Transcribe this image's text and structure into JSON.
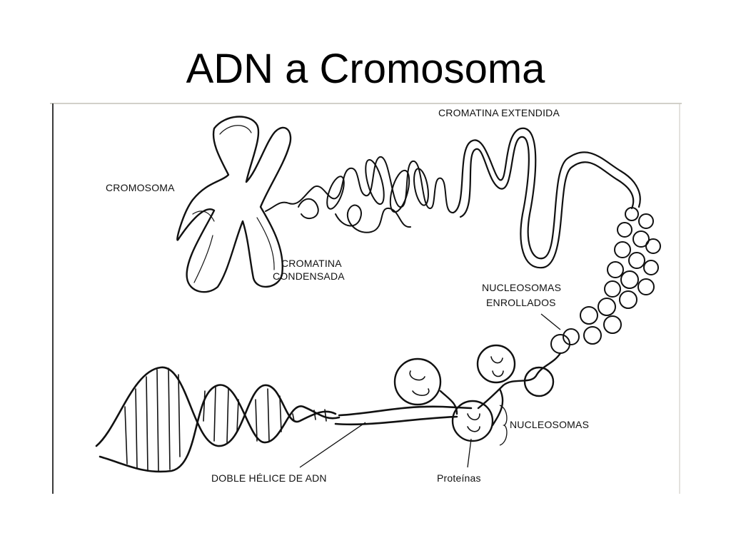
{
  "slide": {
    "title": "ADN a Cromosoma"
  },
  "diagram": {
    "labels": {
      "cromosoma": "CROMOSOMA",
      "cromatina_extendida": "CROMATINA EXTENDIDA",
      "cromatina_condensada_line1": "CROMATINA",
      "cromatina_condensada_line2": "CONDENSADA",
      "nucleosomas_enrollados_line1": "NUCLEOSOMAS",
      "nucleosomas_enrollados_line2": "ENROLLADOS",
      "nucleosomas": "NUCLEOSOMAS",
      "doble_helice": "DOBLE HÉLICE DE ADN",
      "proteinas": "Proteínas"
    }
  }
}
